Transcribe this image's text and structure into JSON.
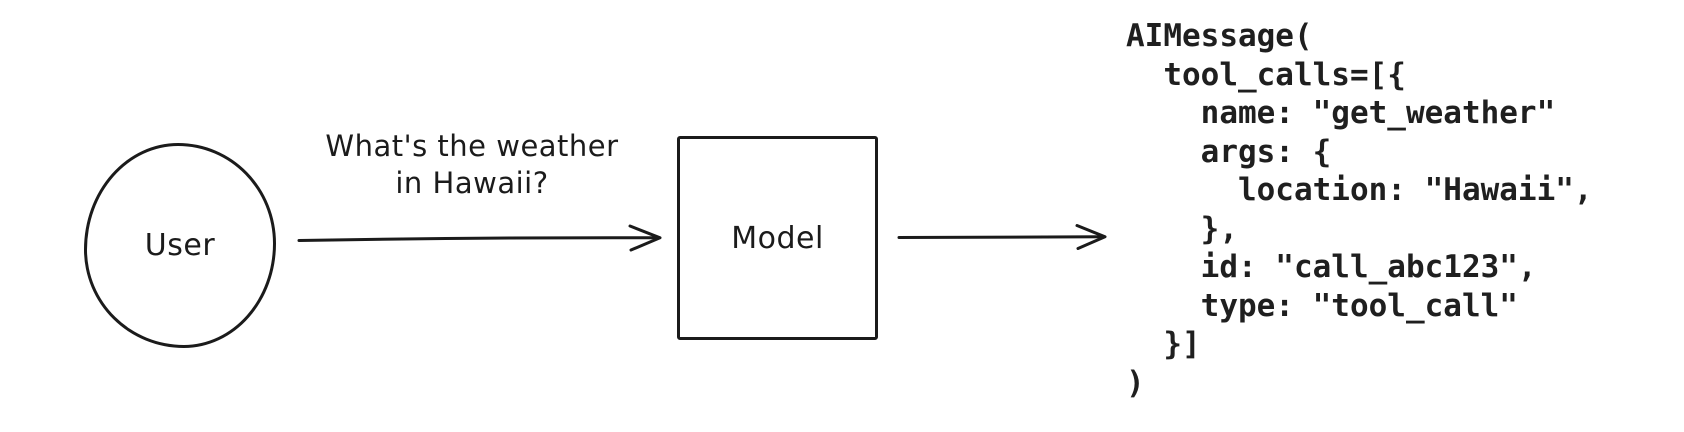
{
  "colors": {
    "ink": "#1b1b1b",
    "background": "#ffffff"
  },
  "diagram": {
    "nodes": [
      {
        "id": "user",
        "shape": "circle",
        "label": "User"
      },
      {
        "id": "model",
        "shape": "square",
        "label": "Model"
      }
    ],
    "edges": [
      {
        "from": "user",
        "to": "model",
        "label_line1": "What's the weather",
        "label_line2": "in Hawaii?"
      },
      {
        "from": "model",
        "to": "output",
        "label_line1": "",
        "label_line2": ""
      }
    ]
  },
  "code_block": {
    "lines": [
      "AIMessage(",
      "  tool_calls=[{",
      "    name: \"get_weather\"",
      "    args: {",
      "      location: \"Hawaii\",",
      "    },",
      "    id: \"call_abc123\",",
      "    type: \"tool_call\"",
      "  }]",
      ")"
    ]
  }
}
